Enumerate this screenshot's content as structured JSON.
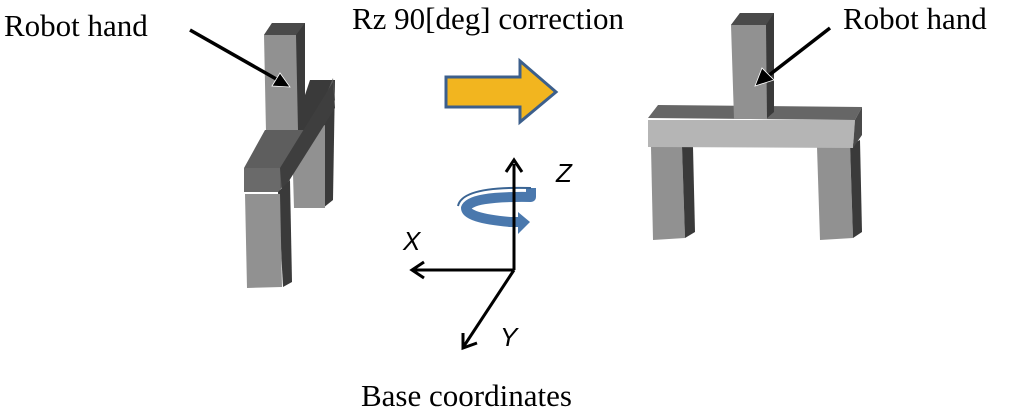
{
  "labels": {
    "left_hand": "Robot hand",
    "right_hand": "Robot hand",
    "correction": "Rz 90[deg] correction",
    "base": "Base coordinates"
  },
  "axes": {
    "x": "X",
    "y": "Y",
    "z": "Z"
  },
  "rotation": {
    "axis": "Z",
    "angle_deg": 90
  },
  "colors": {
    "arrow_fill": "#f2b51f",
    "arrow_stroke": "#3c5f8c",
    "rotation_arrow": "#4a78ad",
    "body_dark": "#3a3a3a",
    "body_mid": "#6a6a6a",
    "body_light": "#919191",
    "bar_light": "#b5b5b5"
  }
}
